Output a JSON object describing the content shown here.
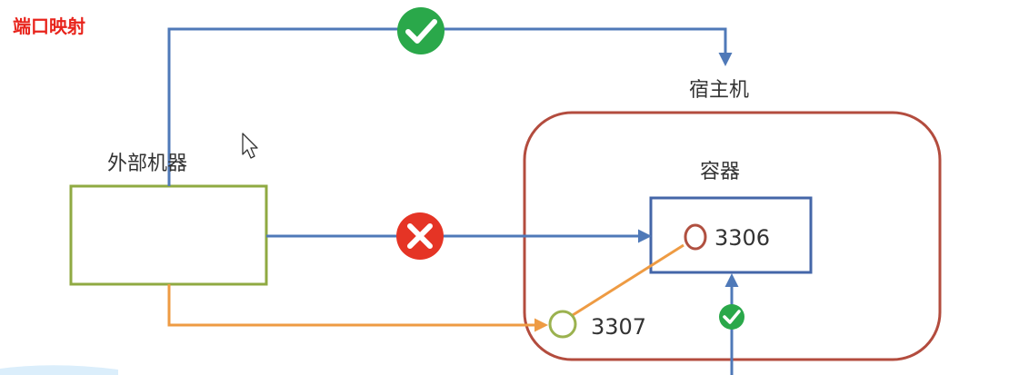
{
  "page_title": "端口映射",
  "nodes": {
    "external_machine": "外部机器",
    "host": "宿主机",
    "container": "容器"
  },
  "ports": {
    "container_port": "3306",
    "host_port": "3307"
  },
  "status_icons": {
    "top_path": "check-icon",
    "direct_path": "cross-icon",
    "container_inbound": "check-icon"
  },
  "colors": {
    "title": "#e8241c",
    "blue_line": "#4f79b8",
    "orange_line": "#ee9b43",
    "external_box": "#8faa42",
    "host_box": "#b34c3e",
    "container_box": "#4466a8",
    "host_port_circle": "#9bb24f",
    "container_port_circle": "#b05040",
    "check_green": "#2aa84a",
    "cross_red": "#e53425"
  }
}
